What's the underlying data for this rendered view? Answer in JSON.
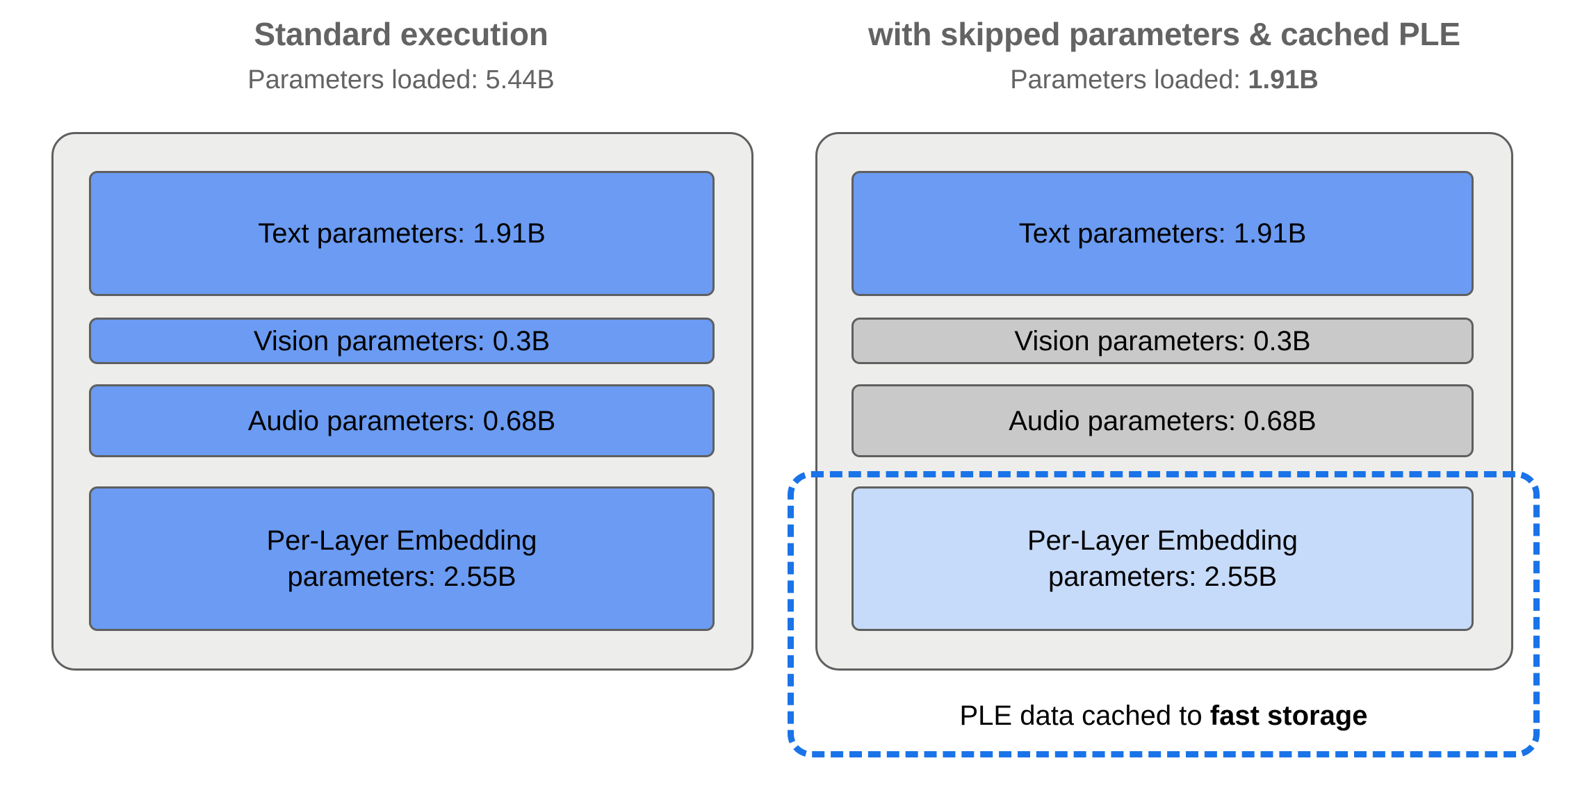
{
  "columns": [
    {
      "id": "standard",
      "title": "Standard execution",
      "subtitle_prefix": "Parameters loaded: ",
      "subtitle_value": "5.44B",
      "subtitle_value_bold": false,
      "blocks": [
        {
          "label": "Text parameters: 1.91B",
          "state": "loaded",
          "color": "#6b9bf2"
        },
        {
          "label": "Vision parameters: 0.3B",
          "state": "loaded",
          "color": "#6b9bf2"
        },
        {
          "label": "Audio parameters: 0.68B",
          "state": "loaded",
          "color": "#6b9bf2"
        },
        {
          "label": "Per-Layer Embedding\nparameters: 2.55B",
          "state": "loaded",
          "color": "#6b9bf2"
        }
      ]
    },
    {
      "id": "optimized",
      "title": "with skipped parameters & cached PLE",
      "subtitle_prefix": "Parameters loaded: ",
      "subtitle_value": "1.91B",
      "subtitle_value_bold": true,
      "blocks": [
        {
          "label": "Text parameters: 1.91B",
          "state": "loaded",
          "color": "#6b9bf2"
        },
        {
          "label": "Vision parameters: 0.3B",
          "state": "skipped",
          "color": "#c9c9c9"
        },
        {
          "label": "Audio parameters: 0.68B",
          "state": "skipped",
          "color": "#c9c9c9"
        },
        {
          "label": "Per-Layer Embedding\nparameters: 2.55B",
          "state": "cached",
          "color": "#c6daf9"
        }
      ]
    }
  ],
  "cache_region": {
    "caption_prefix": "PLE data cached to ",
    "caption_emphasis": "fast storage",
    "border_color": "#1a73e8",
    "border_style": "dashed"
  },
  "palette": {
    "loaded_blue": "#6b9bf2",
    "skipped_grey": "#c9c9c9",
    "cached_light_blue": "#c6daf9",
    "panel_background": "#ededeb",
    "outline": "#5f5f5f",
    "heading_text": "#636363",
    "body_text": "#000000",
    "accent_dashed": "#1a73e8",
    "page_background": "#ffffff"
  }
}
